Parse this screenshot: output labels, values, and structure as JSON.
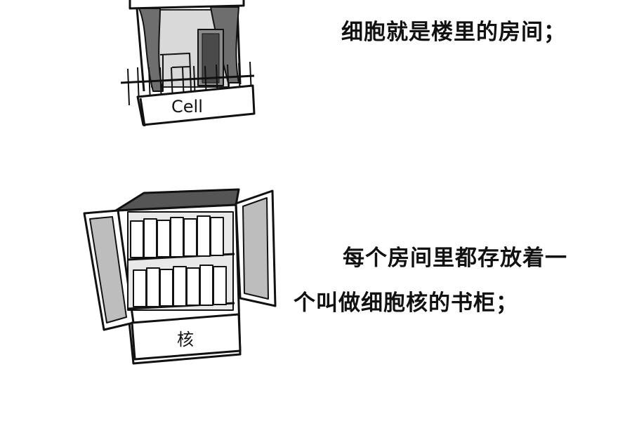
{
  "panel_top": {
    "caption": "细胞就是楼里的房间；",
    "sign_label": "Cell"
  },
  "panel_bottom": {
    "caption_line1": "每个房间里都存放着一",
    "caption_line2": "个叫做细胞核的书柜；",
    "drawer_label": "核"
  }
}
